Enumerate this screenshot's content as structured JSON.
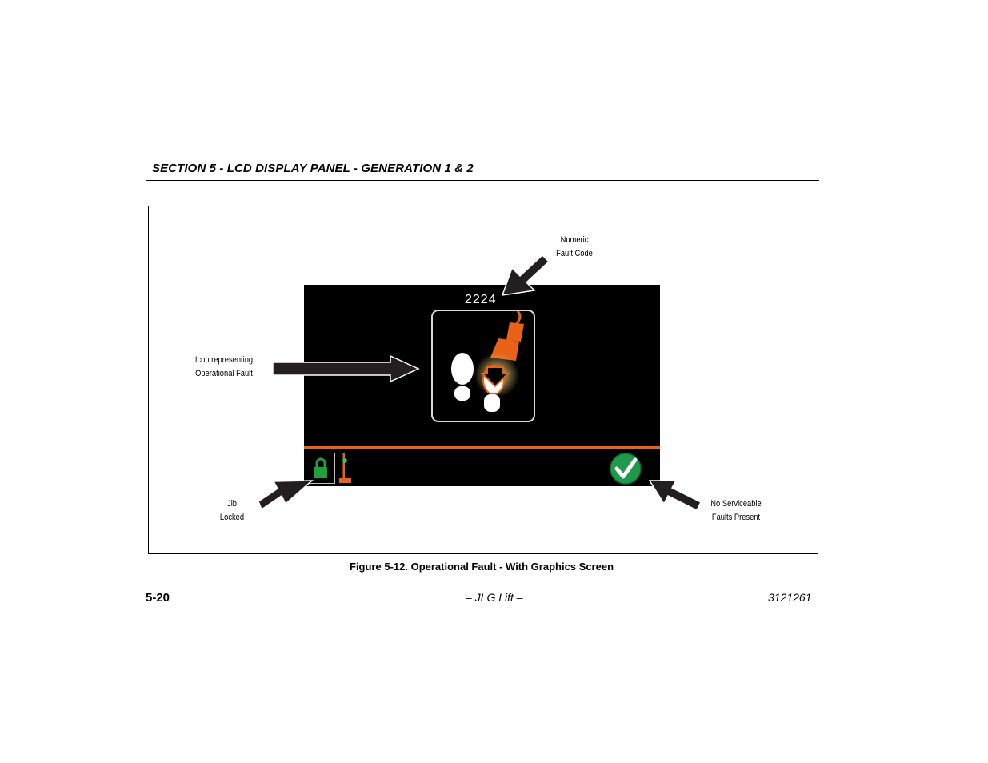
{
  "header": {
    "section_title": "SECTION 5 - LCD DISPLAY PANEL - GENERATION 1 & 2"
  },
  "figure": {
    "caption": "Figure 5-12. Operational Fault - With Graphics Screen",
    "screen": {
      "fault_code": "2224",
      "fault_icon": "operator-foot-on-pedal-icon",
      "jib_status_icon": "padlock-icon",
      "jib_icon": "jib-boom-icon",
      "status_icon": "checkmark-icon"
    },
    "callouts": {
      "numeric_fault_code": [
        "Numeric",
        "Fault Code"
      ],
      "operational_fault_icon": [
        "Icon representing",
        "Operational Fault"
      ],
      "jib_locked": [
        "Jib",
        "Locked"
      ],
      "no_serviceable_faults": [
        "No Serviceable",
        "Faults Present"
      ]
    }
  },
  "footer": {
    "page_number": "5-20",
    "publisher": "– JLG Lift –",
    "document_number": "3121261"
  },
  "colors": {
    "accent_orange": "#e8621a",
    "lock_green": "#1fa038",
    "check_green": "#1e9a4a",
    "screen_black": "#000000"
  }
}
